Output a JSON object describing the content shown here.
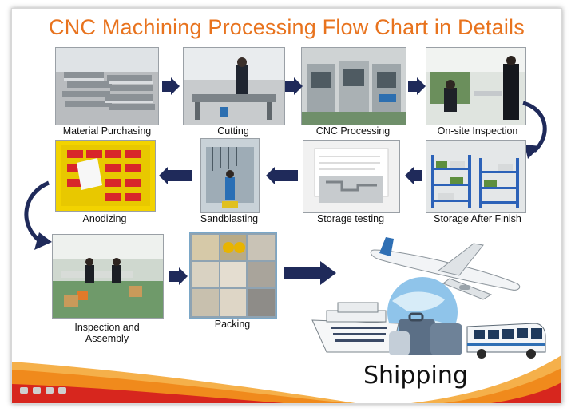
{
  "title": "CNC Machining Processing Flow Chart in Details",
  "steps": [
    {
      "label": "Material Purchasing"
    },
    {
      "label": "Cutting"
    },
    {
      "label": "CNC Processing"
    },
    {
      "label": "On-site Inspection"
    },
    {
      "label": "Storage After Finish"
    },
    {
      "label": "Storage testing"
    },
    {
      "label": "Sandblasting"
    },
    {
      "label": "Anodizing"
    },
    {
      "label": "Inspection and Assembly"
    },
    {
      "label": "Packing"
    }
  ],
  "shipping_label": "Shipping",
  "colors": {
    "title": "#e8731e",
    "arrow": "#1f2a5a",
    "swoosh_orange": "#f08a1c",
    "swoosh_red": "#d7261e"
  }
}
